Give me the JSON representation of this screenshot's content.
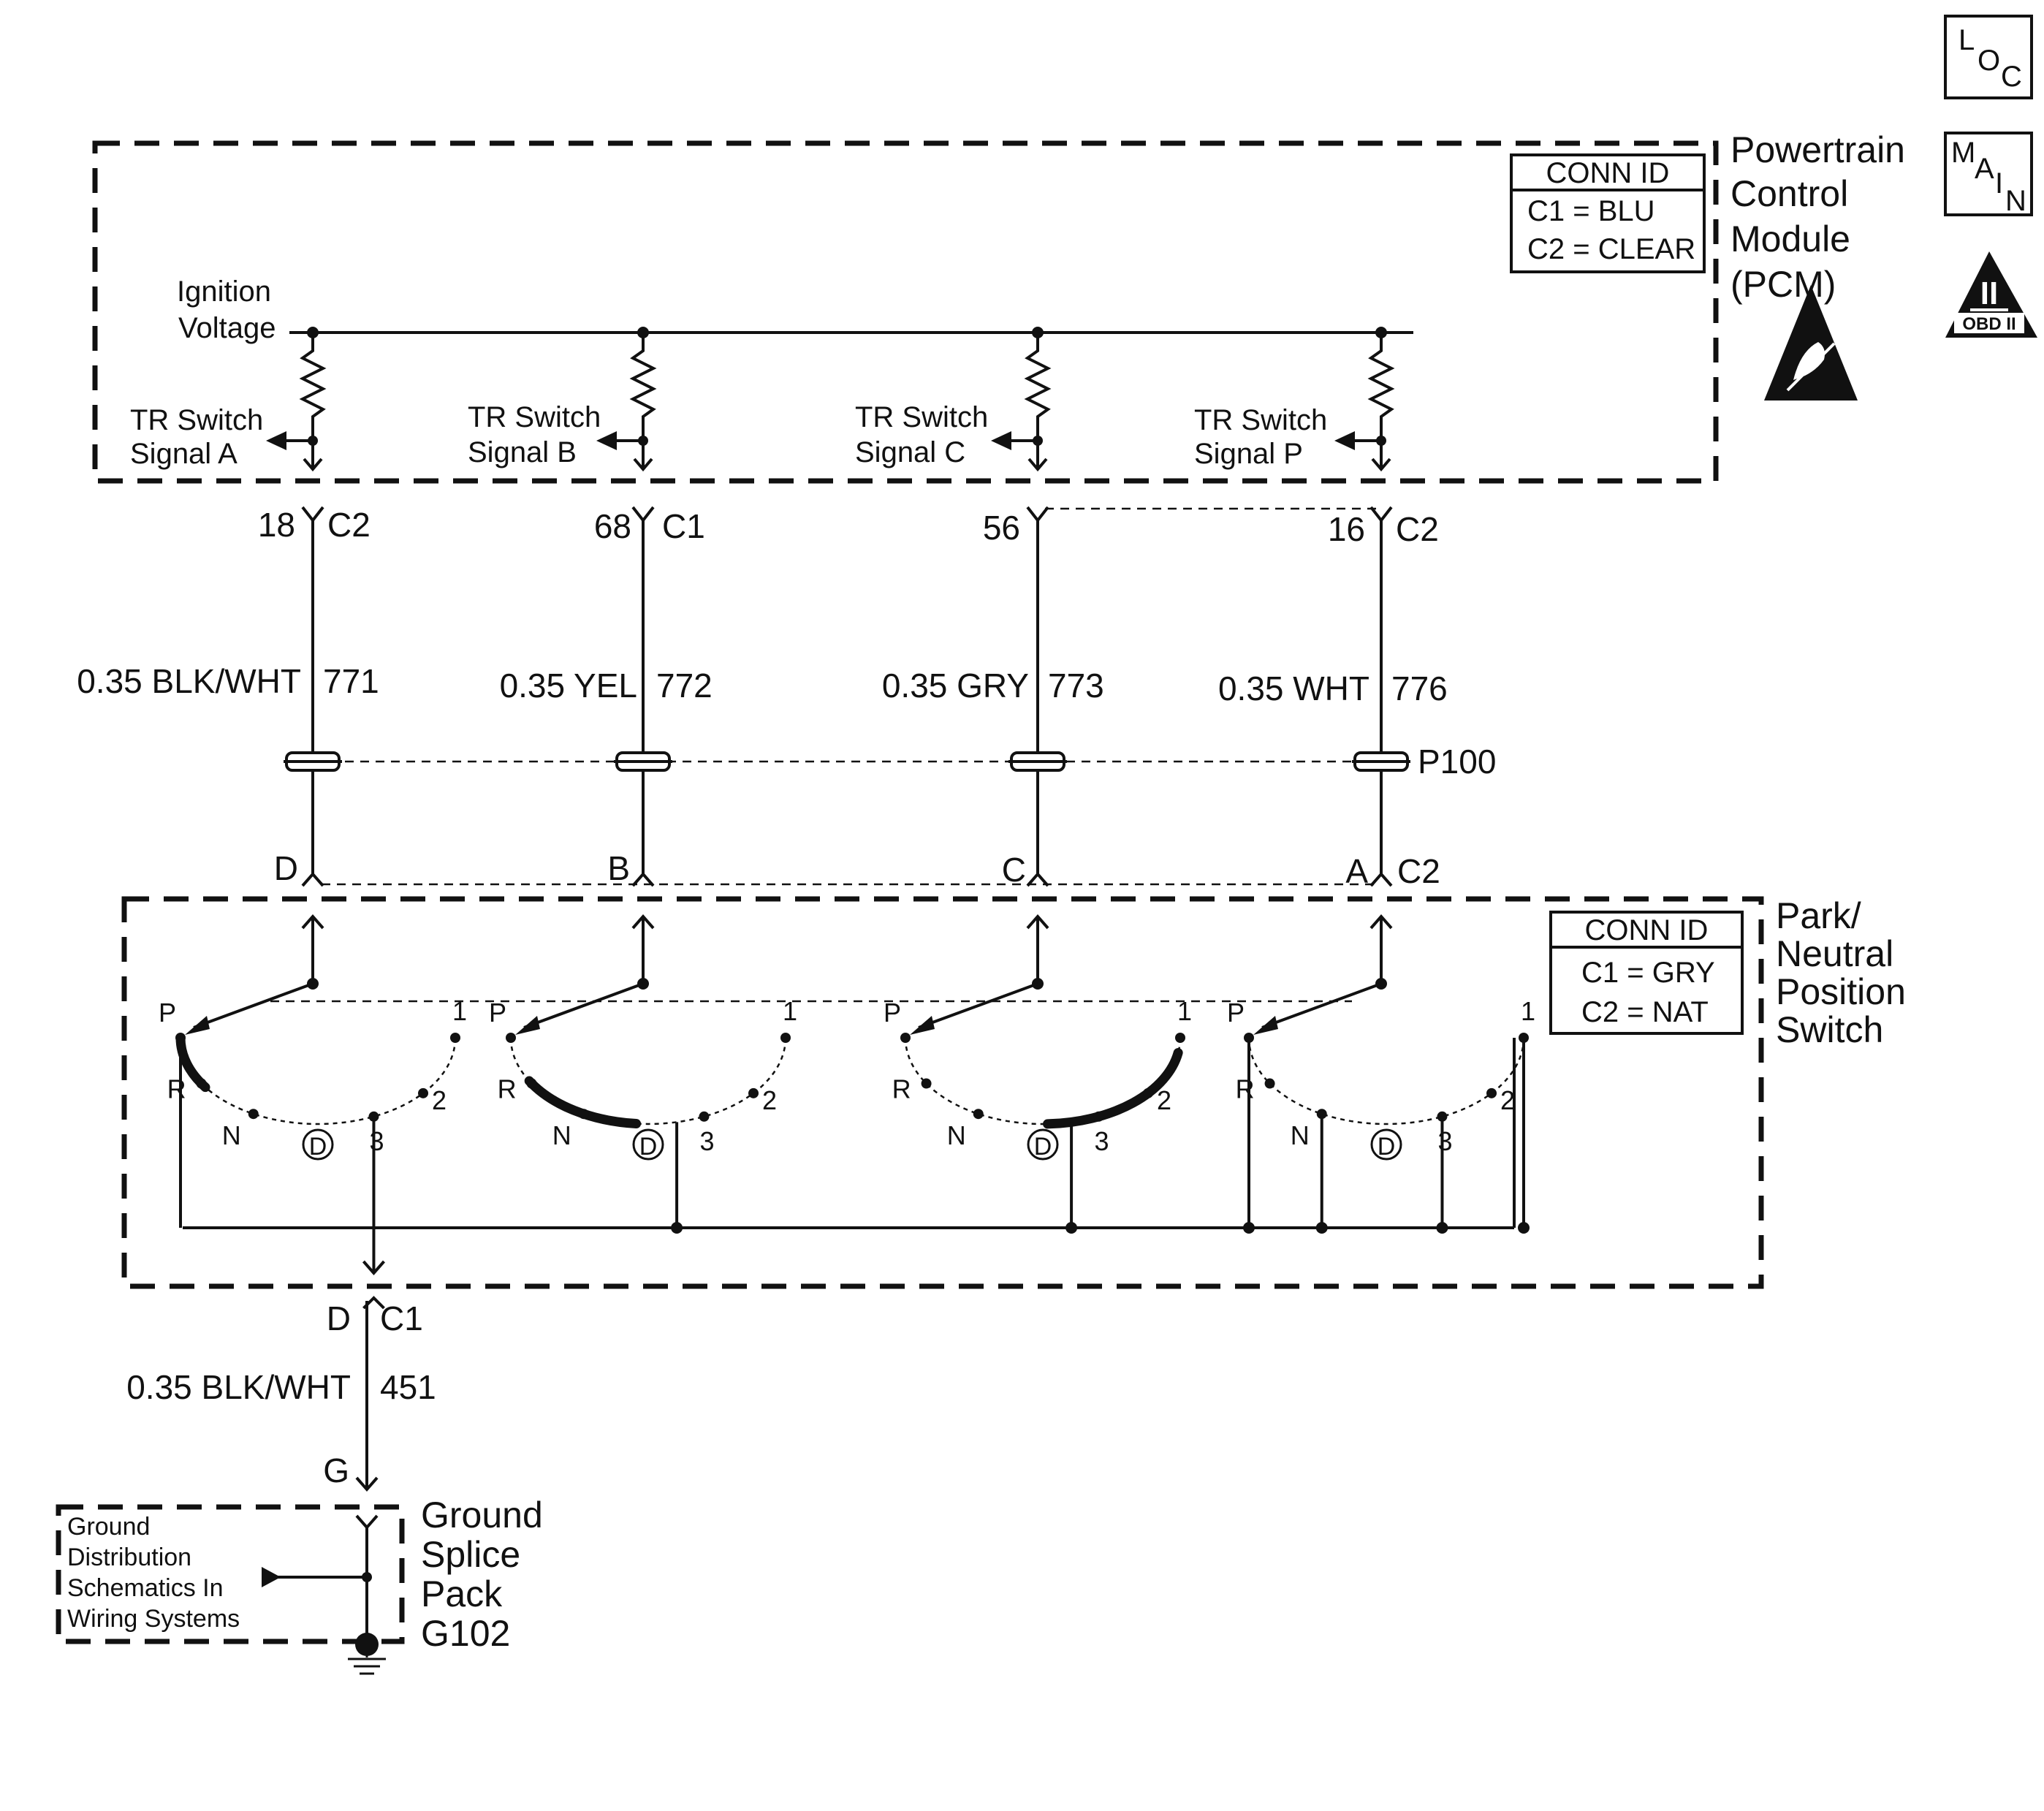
{
  "icons": {
    "loc": {
      "l1": "L",
      "l2": "O",
      "l3": "C"
    },
    "main": {
      "l1": "M",
      "l2": "A",
      "l3": "I",
      "l4": "N"
    },
    "obd": {
      "numeral": "II",
      "text": "OBD II"
    }
  },
  "pcm": {
    "title_lines": [
      "Powertrain",
      "Control",
      "Module",
      "(PCM)"
    ],
    "conn_id": {
      "header": "CONN ID",
      "row1": "C1 = BLU",
      "row2": "C2 = CLEAR"
    },
    "ignition_label": [
      "Ignition",
      "Voltage"
    ]
  },
  "signals": [
    {
      "l1": "TR Switch",
      "l2": "Signal A",
      "pin": "18",
      "conn": "C2",
      "wire": "0.35 BLK/WHT",
      "circuit": "771",
      "switch_pin": "D",
      "switch_conn": ""
    },
    {
      "l1": "TR Switch",
      "l2": "Signal B",
      "pin": "68",
      "conn": "C1",
      "wire": "0.35 YEL",
      "circuit": "772",
      "switch_pin": "B",
      "switch_conn": ""
    },
    {
      "l1": "TR Switch",
      "l2": "Signal C",
      "pin": "56",
      "conn": "",
      "wire": "0.35 GRY",
      "circuit": "773",
      "switch_pin": "C",
      "switch_conn": ""
    },
    {
      "l1": "TR Switch",
      "l2": "Signal P",
      "pin": "16",
      "conn": "C2",
      "wire": "0.35 WHT",
      "circuit": "776",
      "switch_pin": "A",
      "switch_conn": "C2"
    }
  ],
  "p100_label": "P100",
  "switch": {
    "title_lines": [
      "Park/",
      "Neutral",
      "Position",
      "Switch"
    ],
    "conn_id": {
      "header": "CONN ID",
      "row1": "C1 = GRY",
      "row2": "C2 = NAT"
    },
    "positions": {
      "p": "P",
      "r": "R",
      "n": "N",
      "d": "D",
      "three": "3",
      "two": "2",
      "one": "1"
    }
  },
  "ground": {
    "pin": "D",
    "conn": "C1",
    "wire": "0.35 BLK/WHT",
    "circuit": "451",
    "g_label": "G",
    "splice_lines": [
      "Ground",
      "Splice",
      "Pack",
      "G102"
    ],
    "ref_lines": [
      "Ground",
      "Distribution",
      "Schematics In",
      "Wiring Systems"
    ]
  }
}
